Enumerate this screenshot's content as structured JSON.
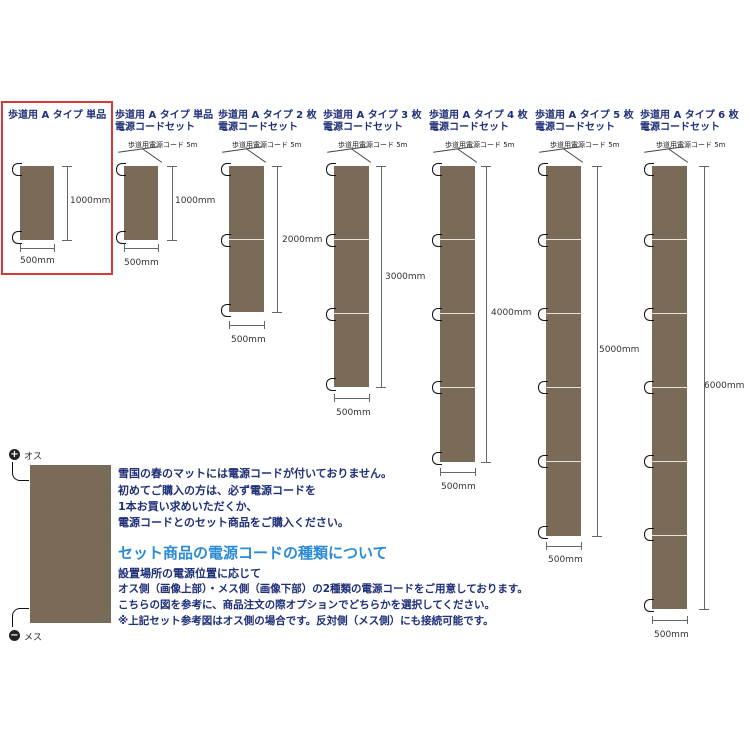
{
  "items": [
    {
      "title1": "歩道用 A タイプ 単品",
      "title2": "",
      "cord": "",
      "height": "1000mm",
      "width": "500mm"
    },
    {
      "title1": "歩道用 A タイプ 単品",
      "title2": "電源コードセット",
      "cord": "歩道用電源コード 5m",
      "height": "1000mm",
      "width": "500mm"
    },
    {
      "title1": "歩道用 A タイプ 2 枚",
      "title2": "電源コードセット",
      "cord": "歩道用電源コード 5m",
      "height": "2000mm",
      "width": "500mm"
    },
    {
      "title1": "歩道用 A タイプ 3 枚",
      "title2": "電源コードセット",
      "cord": "歩道用電源コード 5m",
      "height": "3000mm",
      "width": "500mm"
    },
    {
      "title1": "歩道用 A タイプ 4 枚",
      "title2": "電源コードセット",
      "cord": "歩道用電源コード 5m",
      "height": "4000mm",
      "width": "500mm"
    },
    {
      "title1": "歩道用 A タイプ 5 枚",
      "title2": "電源コードセット",
      "cord": "歩道用電源コード 5m",
      "height": "5000mm",
      "width": "500mm"
    },
    {
      "title1": "歩道用 A タイプ 6 枚",
      "title2": "電源コードセット",
      "cord": "歩道用電源コード 5m",
      "height": "6000mm",
      "width": "500mm"
    }
  ],
  "legend": {
    "male": "オス",
    "female": "メス"
  },
  "notice": {
    "line1": "雪国の春のマットには電源コードが付いておりません。",
    "line2": "初めてご購入の方は、必ず電源コードを",
    "line3": "1本お買い求めいただくか、",
    "line4": "電源コードとのセット商品をご購入ください。"
  },
  "cord_types": {
    "heading": "セット商品の電源コードの種類について",
    "line1": "設置場所の電源位置に応じて",
    "line2": "オス側（画像上部）・メス側（画像下部）の2種類の電源コードをご用意しております。",
    "line3": "こちらの図を参考に、商品注文の際オプションでどちらかを選択してください。",
    "line4": "※上記セット参考図はオス側の場合です。反対側（メス側）にも接続可能です。"
  },
  "colors": {
    "mat": "#7a6a58",
    "title": "#1e2f78",
    "highlight": "#d43a3a",
    "heading": "#2a8ad4"
  }
}
